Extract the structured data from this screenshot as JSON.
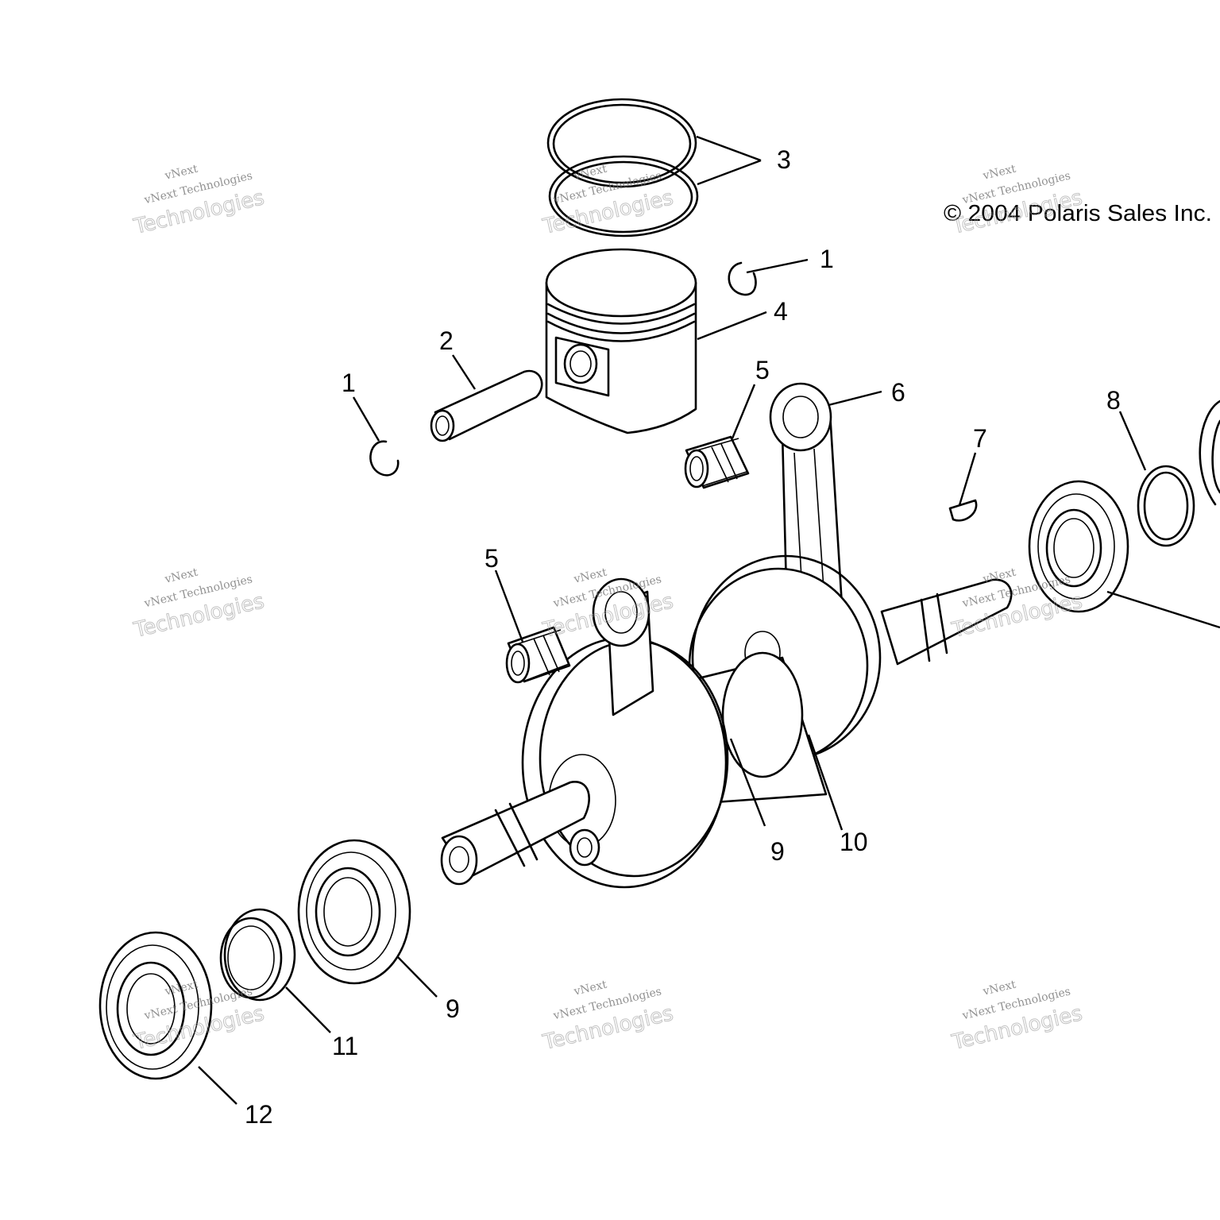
{
  "copyright": "© 2004 Polaris Sales Inc.",
  "watermark": {
    "line1": "vNext",
    "line2": "vNext Technologies",
    "line3": "Technologies"
  },
  "callouts": [
    {
      "id": "c3",
      "label": "3"
    },
    {
      "id": "c1a",
      "label": "1"
    },
    {
      "id": "c4",
      "label": "4"
    },
    {
      "id": "c2",
      "label": "2"
    },
    {
      "id": "c1b",
      "label": "1"
    },
    {
      "id": "c5a",
      "label": "5"
    },
    {
      "id": "c6",
      "label": "6"
    },
    {
      "id": "c7",
      "label": "7"
    },
    {
      "id": "c8",
      "label": "8"
    },
    {
      "id": "c5b",
      "label": "5"
    },
    {
      "id": "c9a",
      "label": "9"
    },
    {
      "id": "c10",
      "label": "10"
    },
    {
      "id": "c9b",
      "label": "9"
    },
    {
      "id": "c11",
      "label": "11"
    },
    {
      "id": "c12",
      "label": "12"
    }
  ]
}
